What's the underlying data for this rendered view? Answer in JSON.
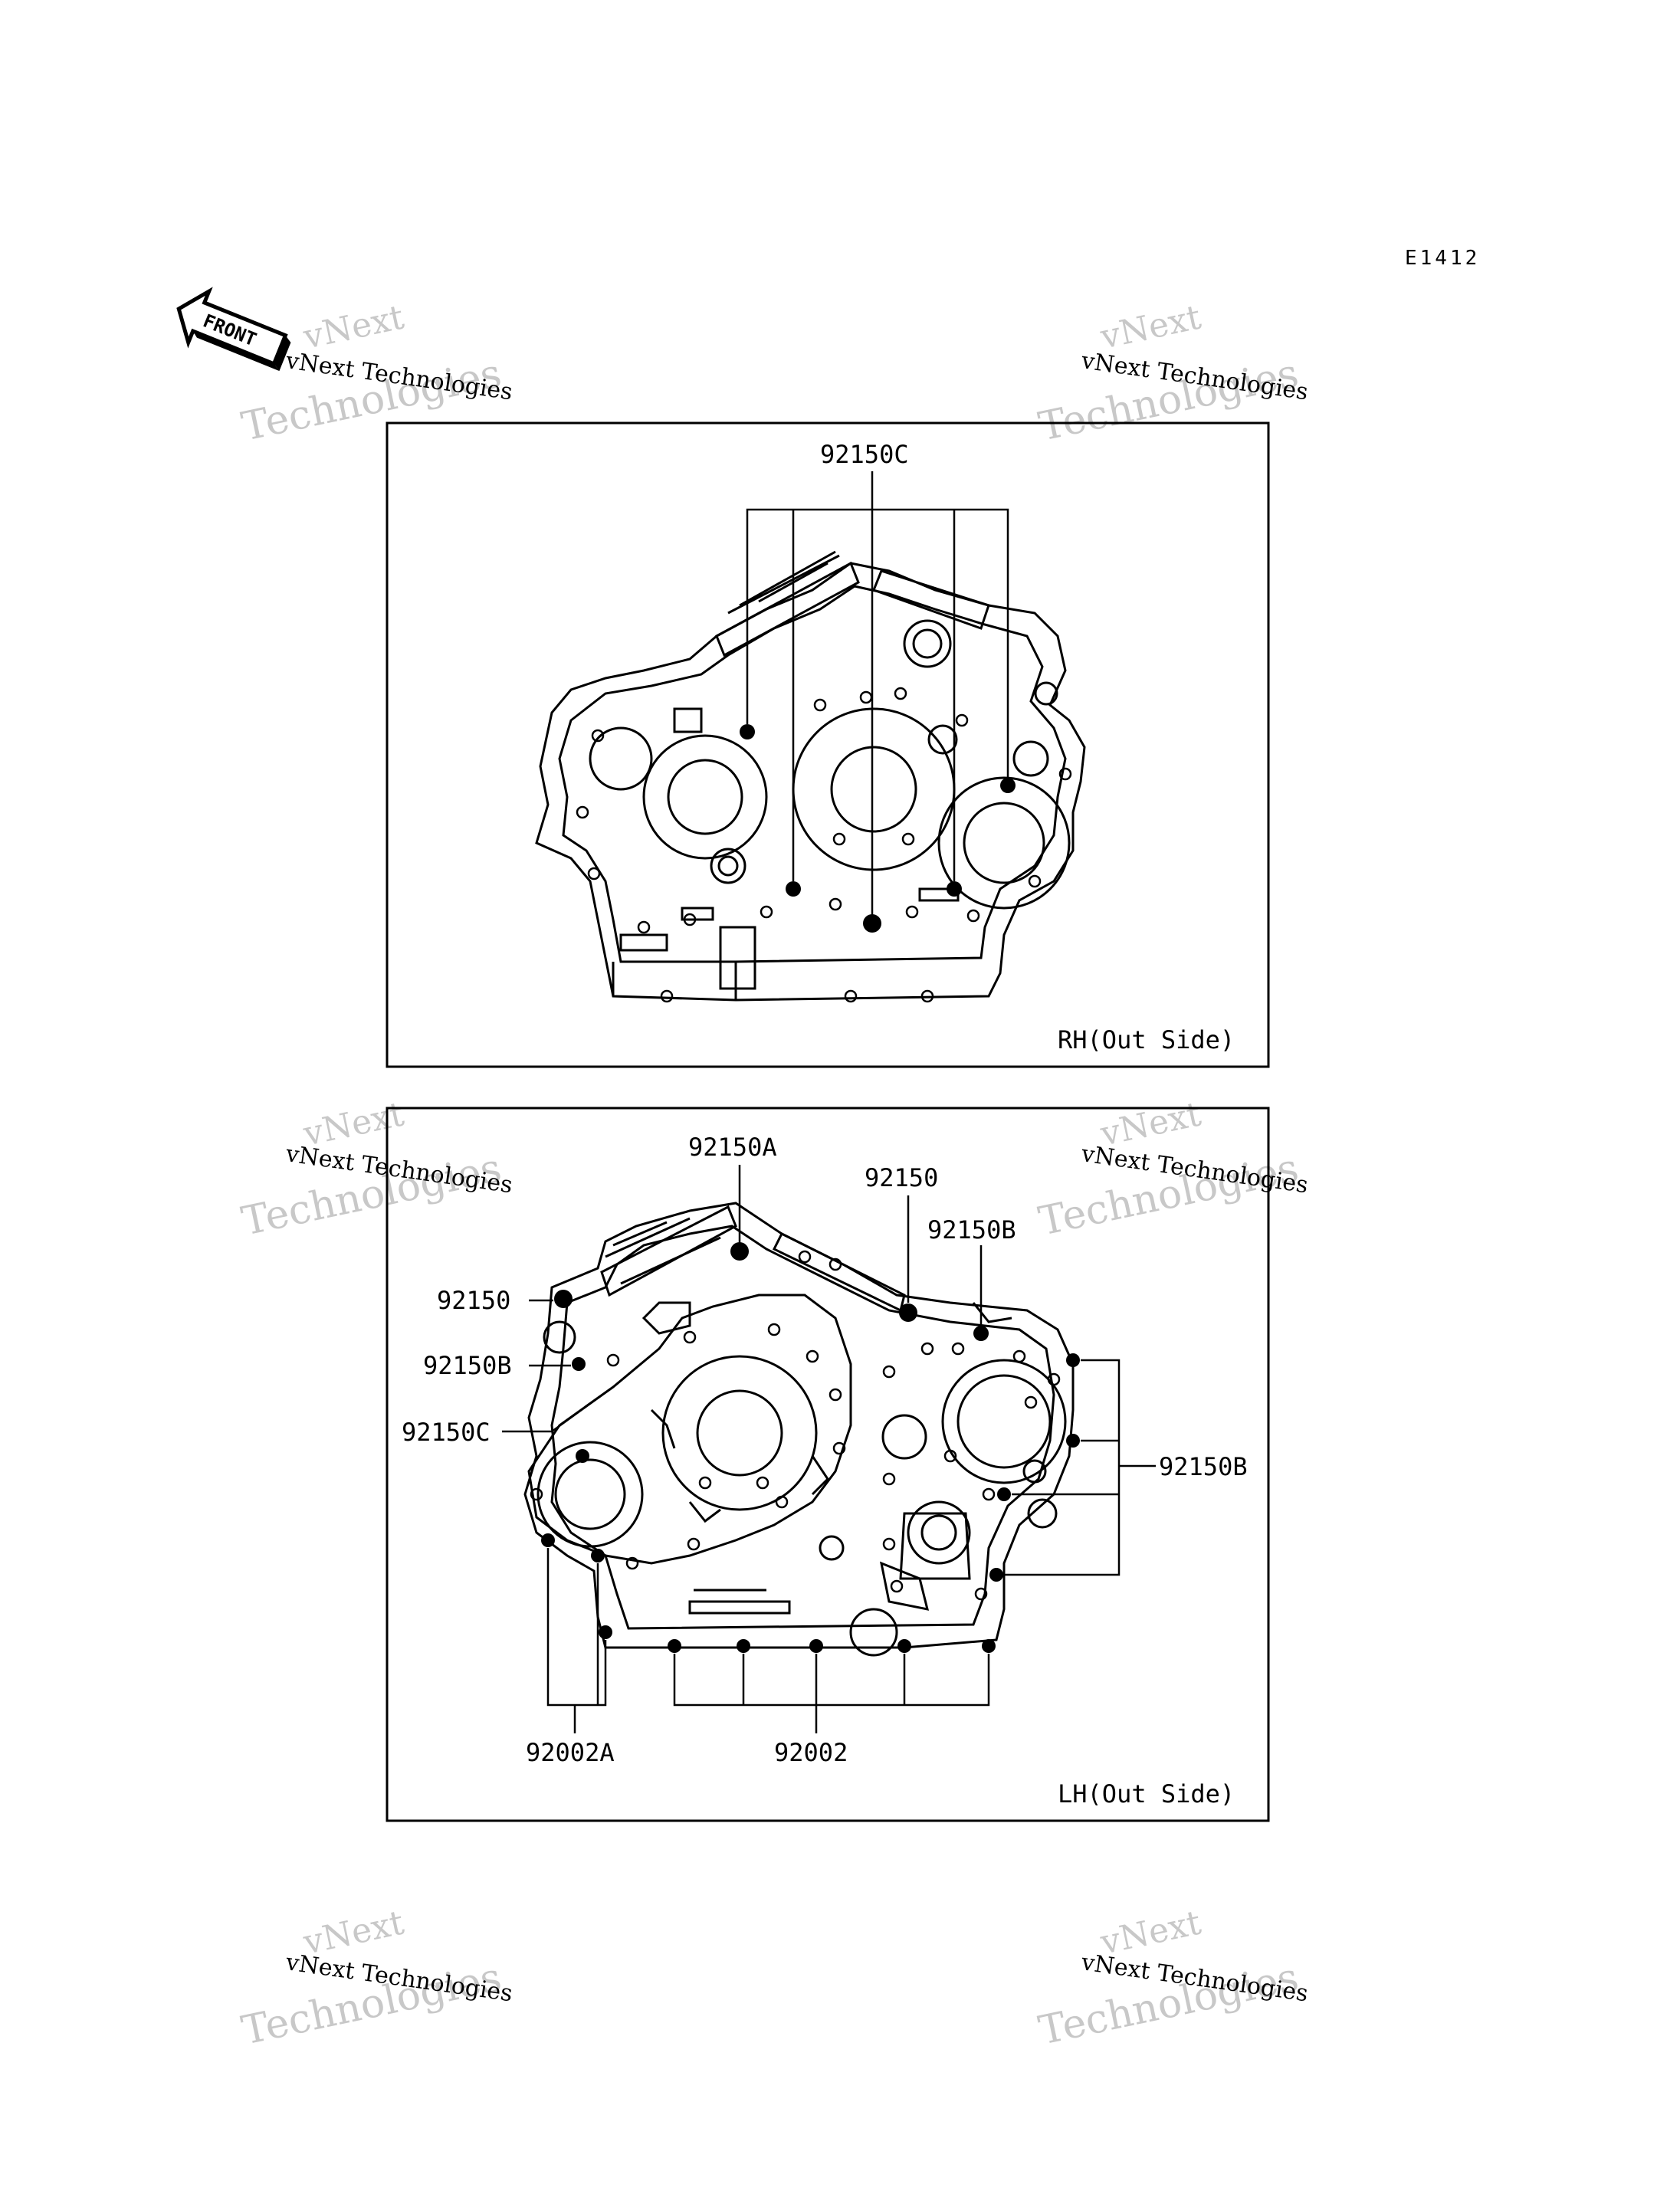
{
  "diagram_code": "E1412",
  "front_arrow": {
    "label": "FRONT",
    "icon": "front-arrow-icon"
  },
  "watermark": {
    "line1": "vNext Technologies",
    "line2": "vNext",
    "line3": "Technologies"
  },
  "top_panel": {
    "view_label": "RH(Out Side)",
    "callouts": [
      "92150C"
    ]
  },
  "bottom_panel": {
    "view_label": "LH(Out Side)",
    "callouts": [
      "92150A",
      "92150",
      "92150B",
      "92150",
      "92150B",
      "92150C",
      "92150B",
      "92002A",
      "92002"
    ]
  },
  "colors": {
    "ink": "#000000",
    "watermark": "#c8c8c8",
    "paper": "#ffffff"
  }
}
